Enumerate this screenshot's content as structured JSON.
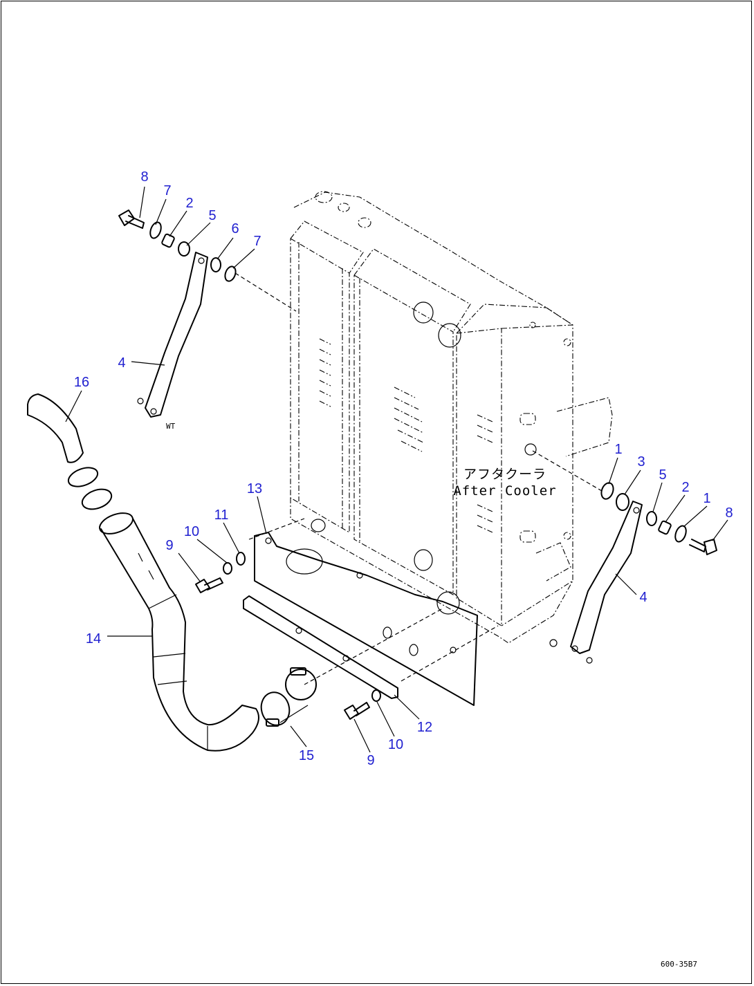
{
  "callouts": [
    {
      "id": "c8a",
      "text": "8"
    },
    {
      "id": "c7a",
      "text": "7"
    },
    {
      "id": "c2a",
      "text": "2"
    },
    {
      "id": "c5a",
      "text": "5"
    },
    {
      "id": "c6",
      "text": "6"
    },
    {
      "id": "c7b",
      "text": "7"
    },
    {
      "id": "c4a",
      "text": "4"
    },
    {
      "id": "c16",
      "text": "16"
    },
    {
      "id": "c13",
      "text": "13"
    },
    {
      "id": "c11",
      "text": "11"
    },
    {
      "id": "c10a",
      "text": "10"
    },
    {
      "id": "c9a",
      "text": "9"
    },
    {
      "id": "c14",
      "text": "14"
    },
    {
      "id": "c1a",
      "text": "1"
    },
    {
      "id": "c3",
      "text": "3"
    },
    {
      "id": "c5b",
      "text": "5"
    },
    {
      "id": "c2b",
      "text": "2"
    },
    {
      "id": "c1b",
      "text": "1"
    },
    {
      "id": "c8b",
      "text": "8"
    },
    {
      "id": "c4b",
      "text": "4"
    },
    {
      "id": "c12",
      "text": "12"
    },
    {
      "id": "c10b",
      "text": "10"
    },
    {
      "id": "c9b",
      "text": "9"
    },
    {
      "id": "c15",
      "text": "15"
    }
  ],
  "labels": {
    "aftercooler_jp": "アフタクーラ",
    "aftercooler_en": "After Cooler"
  },
  "figure_number": "600-35B7",
  "callout_color": "#1f1fd0"
}
